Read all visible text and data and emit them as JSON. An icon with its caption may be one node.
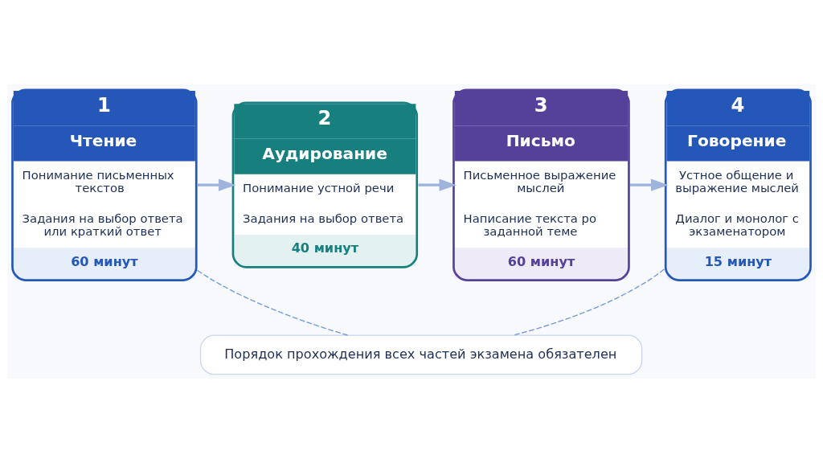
{
  "diagram": {
    "nodes": [
      {
        "text": [
          "1",
          "Чтение",
          "Понимание письменных текстов",
          "Задания на выбор ответа или краткий ответ",
          "60 минут"
        ]
      },
      {
        "text": [
          "2",
          "Аудирование",
          "Понимание устной речи",
          "Задания на выбор ответа",
          "40 минут"
        ]
      },
      {
        "text": [
          "3",
          "Письмо",
          "Письменное выражение мыслей",
          "Написание текста ро заданной теме",
          "60 минут"
        ]
      },
      {
        "text": [
          "4",
          "Говорение",
          "Устное общение и выражение мыслей",
          "Диалог и монолог с экзаменатором",
          "15 минут"
        ]
      },
      {
        "text": [
          "Порядок прохождения всех частей экзамена обязателен"
        ]
      }
    ],
    "edges": [
      {
        "from": 0,
        "to": 1,
        "arrow": "to"
      },
      {
        "from": 1,
        "to": 2,
        "arrow": "to"
      },
      {
        "from": 2,
        "to": 3,
        "arrow": "to"
      },
      {
        "from": 0,
        "to": 4,
        "arrow": "none",
        "style": "dashed"
      },
      {
        "from": 3,
        "to": 4,
        "arrow": "none",
        "style": "dashed"
      }
    ]
  }
}
